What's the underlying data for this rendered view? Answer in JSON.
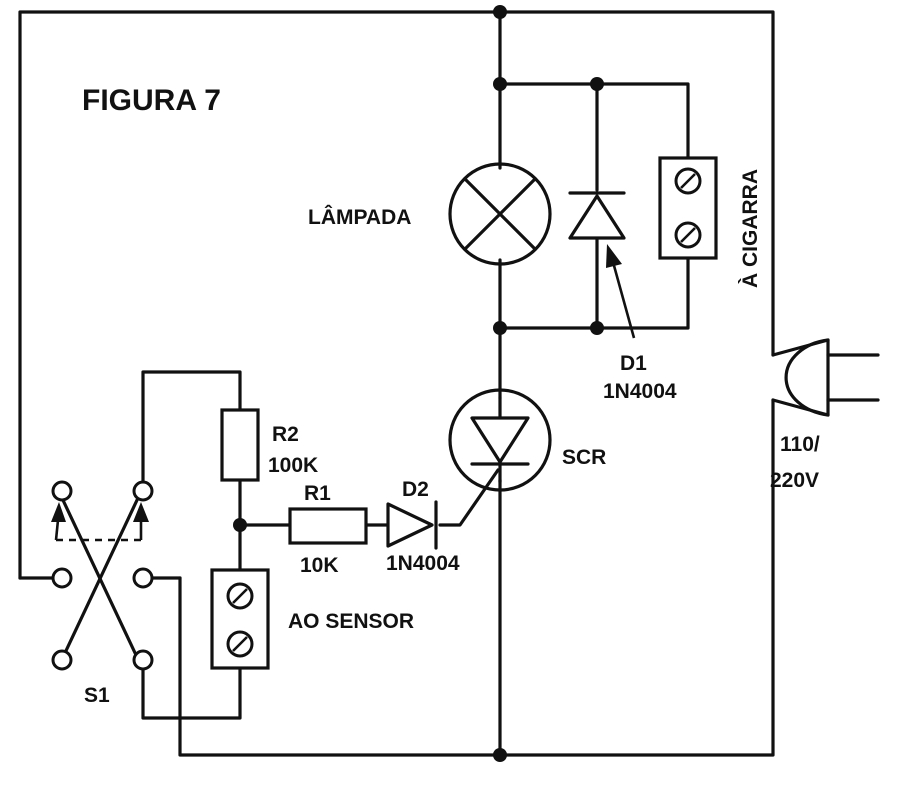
{
  "title": "FIGURA 7",
  "labels": {
    "lamp": "LÂMPADA",
    "buzzer": "À CIGARRA",
    "d1_ref": "D1",
    "d1_part": "1N4004",
    "scr": "SCR",
    "mains_1": "110/",
    "mains_2": "220V",
    "r2_ref": "R2",
    "r2_value": "100K",
    "r1_ref": "R1",
    "r1_value": "10K",
    "d2_ref": "D2",
    "d2_part": "1N4004",
    "sensor": "AO SENSOR",
    "s1": "S1"
  }
}
